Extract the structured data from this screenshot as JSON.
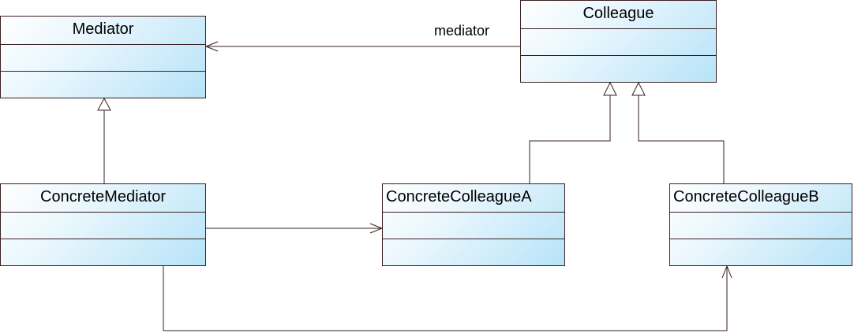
{
  "classes": {
    "mediator": {
      "name": "Mediator"
    },
    "colleague": {
      "name": "Colleague"
    },
    "concrete_mediator": {
      "name": "ConcreteMediator"
    },
    "concrete_colleague_a": {
      "name": "ConcreteColleagueA"
    },
    "concrete_colleague_b": {
      "name": "ConcreteColleagueB"
    }
  },
  "associations": {
    "colleague_to_mediator": {
      "role": "mediator"
    }
  },
  "colors": {
    "line": "#3a1f1f",
    "fill_light": "#ffffff",
    "fill_dark": "#b7e3f8"
  }
}
